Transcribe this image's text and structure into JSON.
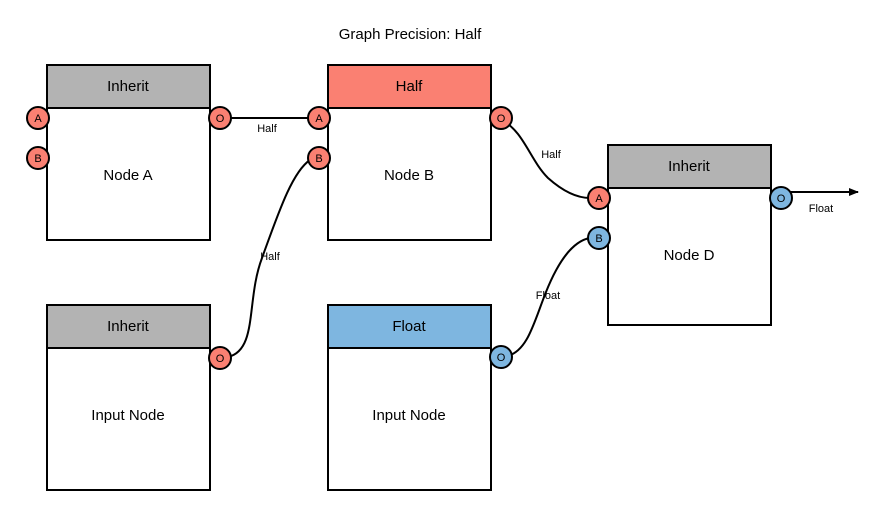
{
  "title": "Graph Precision: Half",
  "colors": {
    "inherit_header": "#b3b3b3",
    "half_header": "#fa8072",
    "float_header": "#7eb6e0",
    "half_port": "#fa8072",
    "float_port": "#7eb6e0",
    "stroke": "#000000",
    "node_body": "#ffffff"
  },
  "nodes": [
    {
      "id": "node-a",
      "header": "Inherit",
      "body": "Node A",
      "ports": [
        {
          "id": "node-a-in-a",
          "label": "A",
          "type": "half"
        },
        {
          "id": "node-a-in-b",
          "label": "B",
          "type": "half"
        },
        {
          "id": "node-a-out-o",
          "label": "O",
          "type": "half"
        }
      ]
    },
    {
      "id": "node-b",
      "header": "Half",
      "body": "Node B",
      "ports": [
        {
          "id": "node-b-in-a",
          "label": "A",
          "type": "half"
        },
        {
          "id": "node-b-in-b",
          "label": "B",
          "type": "half"
        },
        {
          "id": "node-b-out-o",
          "label": "O",
          "type": "half"
        }
      ]
    },
    {
      "id": "node-d",
      "header": "Inherit",
      "body": "Node D",
      "ports": [
        {
          "id": "node-d-in-a",
          "label": "A",
          "type": "half"
        },
        {
          "id": "node-d-in-b",
          "label": "B",
          "type": "float"
        },
        {
          "id": "node-d-out-o",
          "label": "O",
          "type": "float"
        }
      ]
    },
    {
      "id": "input-node-1",
      "header": "Inherit",
      "body": "Input Node",
      "ports": [
        {
          "id": "input-node-1-out-o",
          "label": "O",
          "type": "half"
        }
      ]
    },
    {
      "id": "input-node-2",
      "header": "Float",
      "body": "Input Node",
      "ports": [
        {
          "id": "input-node-2-out-o",
          "label": "O",
          "type": "float"
        }
      ]
    }
  ],
  "edges": [
    {
      "id": "edge-a-to-b",
      "label": "Half",
      "from": "node-a-out-o",
      "to": "node-b-in-a"
    },
    {
      "id": "edge-in1-to-b",
      "label": "Half",
      "from": "input-node-1-out-o",
      "to": "node-b-in-b"
    },
    {
      "id": "edge-b-to-d",
      "label": "Half",
      "from": "node-b-out-o",
      "to": "node-d-in-a"
    },
    {
      "id": "edge-in2-to-d",
      "label": "Float",
      "from": "input-node-2-out-o",
      "to": "node-d-in-b"
    },
    {
      "id": "edge-d-output",
      "label": "Float",
      "from": "node-d-out-o",
      "to": "graph-output"
    }
  ]
}
